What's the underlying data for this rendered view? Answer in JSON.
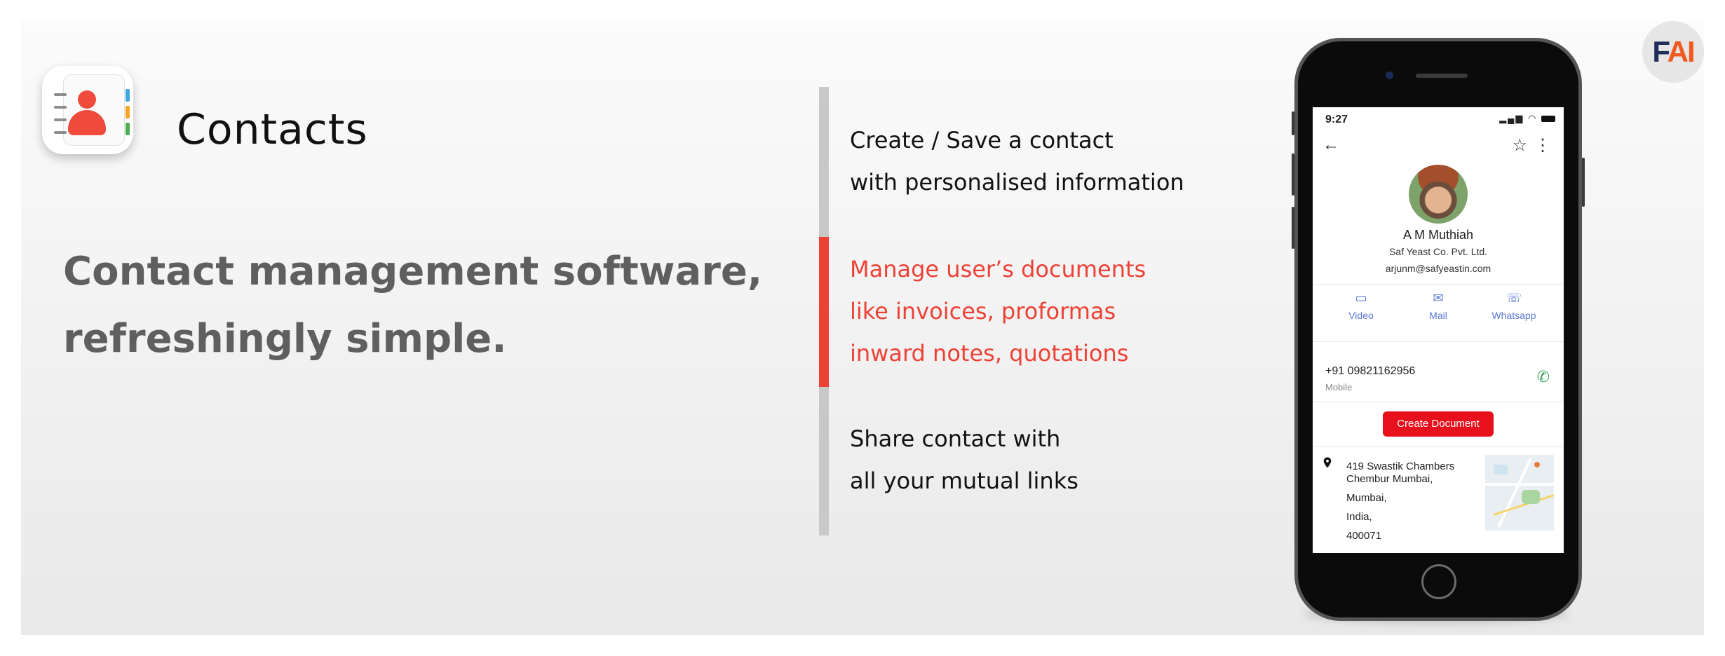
{
  "app": {
    "title": "Contacts",
    "headline_line1": "Contact management software,",
    "headline_line2": "refreshingly simple."
  },
  "features": [
    {
      "line1": "Create / Save a contact",
      "line2": "with personalised information"
    },
    {
      "line1": "Manage user’s documents",
      "line2": "like invoices, proformas",
      "line3": "inward notes, quotations"
    },
    {
      "line1": "Share contact with",
      "line2": "all your mutual links"
    }
  ],
  "colors": {
    "accent": "#ee4136",
    "bar_grey": "#c8c8c8",
    "headline": "#5f5f5f",
    "button_red": "#e8101c",
    "action_blue": "#5a78d6"
  },
  "phone_screen": {
    "status_time": "9:27",
    "contact": {
      "name": "A M Muthiah",
      "company": "Saf Yeast Co. Pvt. Ltd.",
      "email": "arjunm@safyeastin.com"
    },
    "actions": [
      {
        "label": "Video",
        "icon": "video-icon"
      },
      {
        "label": "Mail",
        "icon": "mail-icon"
      },
      {
        "label": "Whatsapp",
        "icon": "whatsapp-icon"
      }
    ],
    "phone_number": "+91 09821162956",
    "phone_type": "Mobile",
    "create_document_label": "Create Document",
    "address": {
      "line1": "419 Swastik Chambers",
      "line2": "Chembur  Mumbai,",
      "city": "Mumbai,",
      "country": "India,",
      "pin": "400071"
    }
  },
  "logo": {
    "part1": "F",
    "part2": "AI"
  }
}
